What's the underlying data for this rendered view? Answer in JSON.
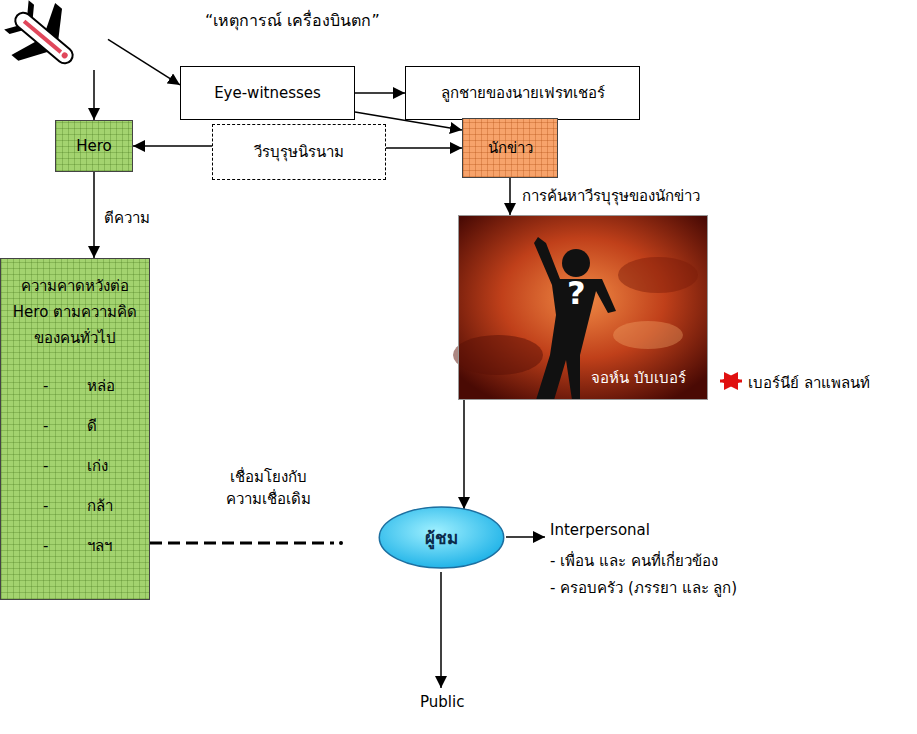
{
  "diagram": {
    "nodes": [
      {
        "text": [
          "“เหตุการณ์ เครื่องบินตก”"
        ]
      },
      {
        "text": [
          "Eye-witnesses"
        ]
      },
      {
        "text": [
          "ลูกชายของนายเฟรทเชอร์"
        ]
      },
      {
        "text": [
          "Hero"
        ]
      },
      {
        "text": [
          "วีรบุรุษนิรนาม"
        ]
      },
      {
        "text": [
          "นักข่าว"
        ]
      },
      {
        "text": [
          "?",
          "จอห์น บับเบอร์"
        ]
      },
      {
        "text": [
          "ความคาดหวังต่อ Hero ตามความคิดของคนทั่วไป",
          "- หล่อ",
          "- ดี",
          "- เก่ง",
          "- กล้า",
          "- ฯลฯ"
        ]
      },
      {
        "text": [
          "ผู้ชม"
        ]
      }
    ],
    "edges": [
      {
        "from": 0,
        "to": 1,
        "arrow": "to"
      },
      {
        "from": 0,
        "to": 3,
        "arrow": "to"
      },
      {
        "from": 1,
        "to": 2,
        "arrow": "to"
      },
      {
        "from": 1,
        "to": 5,
        "arrow": "to"
      },
      {
        "from": 4,
        "to": 3,
        "arrow": "to"
      },
      {
        "from": 4,
        "to": 5,
        "arrow": "to"
      },
      {
        "from": 3,
        "to": 7,
        "label": "ตีความ",
        "arrow": "to"
      },
      {
        "from": 5,
        "to": 6,
        "label": "การค้นหาวีรบุรุษของนักข่าว",
        "arrow": "to"
      },
      {
        "from": 6,
        "to": 8,
        "arrow": "to"
      }
    ],
    "labels": [
      "เบอร์นีย์ ลาแพลนท์",
      "เชื่อมโยงกับ ความเชื่อเดิม",
      "Interpersonal",
      "- เพื่อน และ คนที่เกี่ยวข้อง",
      "- ครอบครัว (ภรรยา และ ลูก)",
      "Public"
    ]
  }
}
